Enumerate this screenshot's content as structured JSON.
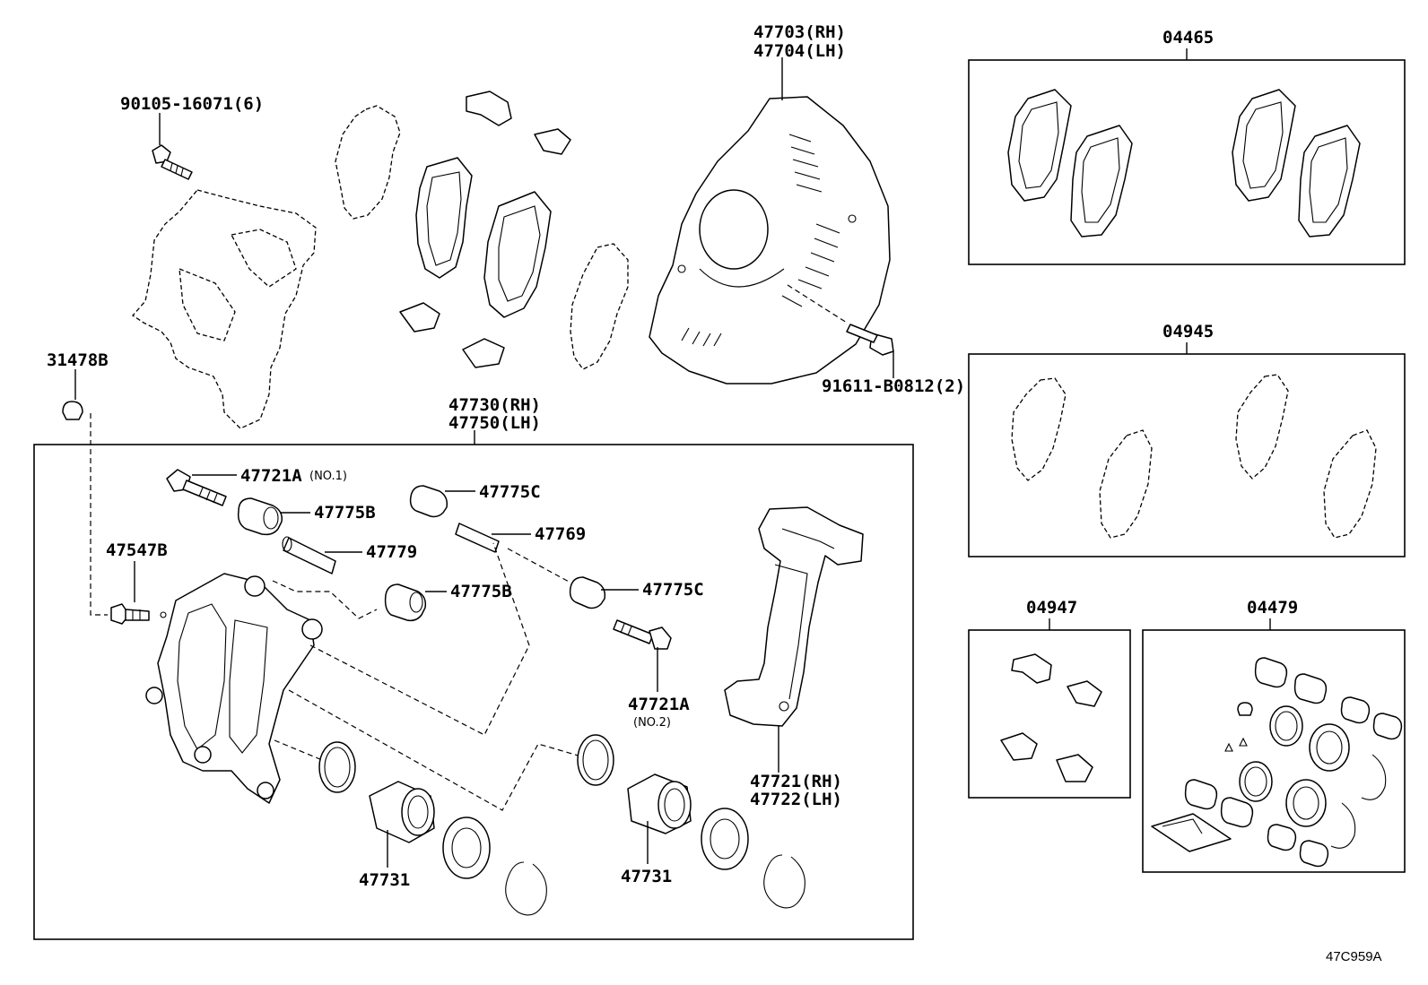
{
  "labels": {
    "bolt_90105": "90105-16071(6)",
    "shield_rh": "47703(RH)",
    "shield_lh": "47704(LH)",
    "bolt_91611": "91611-B0812(2)",
    "cap_31478b": "31478B",
    "caliper_rh": "47730(RH)",
    "caliper_lh": "47750(LH)",
    "pin_bolt_47721a_1": "47721A",
    "pin_bolt_47721a_1_note": "(NO.1)",
    "boot_47775b_1": "47775B",
    "pin_47779": "47779",
    "boot_47775b_2": "47775B",
    "boot_47775c_1": "47775C",
    "pin_47769": "47769",
    "boot_47775c_2": "47775C",
    "bleeder_47547b": "47547B",
    "pin_bolt_47721a_2": "47721A",
    "pin_bolt_47721a_2_note": "(NO.2)",
    "mounting_rh": "47721(RH)",
    "mounting_lh": "47722(LH)",
    "piston_1": "47731",
    "piston_2": "47731",
    "kit_04465": "04465",
    "kit_04945": "04945",
    "kit_04947": "04947",
    "kit_04479": "04479",
    "diagram_ref": "47C959A"
  },
  "colors": {
    "line": "#000000",
    "background": "#ffffff"
  }
}
